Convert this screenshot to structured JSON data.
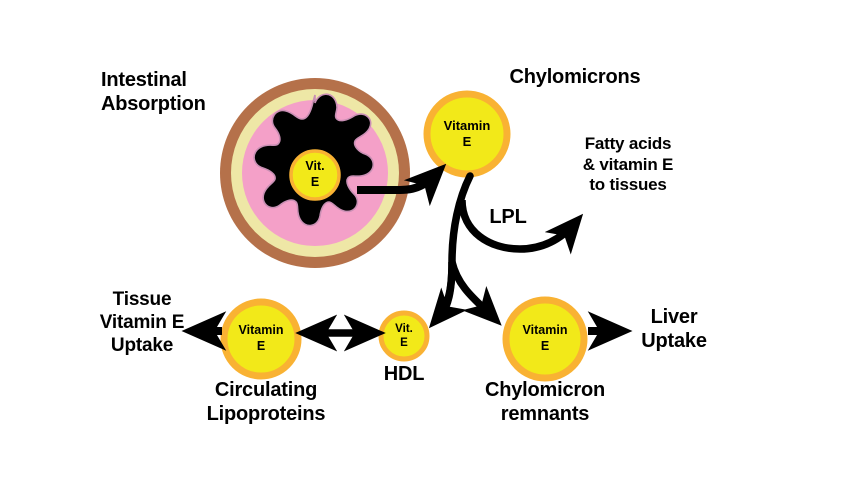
{
  "diagram": {
    "title_alt": "Vitamin E absorption and transport pathway",
    "background_color": "#ffffff",
    "palette": {
      "lipoprotein_fill": "#f2e919",
      "lipoprotein_stroke": "#f9b233",
      "cell_outer_ring": "#b5714a",
      "cell_middle_ring": "#eee7a6",
      "cell_inner_ring": "#f4a0c8",
      "cell_core": "#000000",
      "arrow_color": "#000000",
      "text_color": "#000000"
    }
  },
  "labels": {
    "intestinal_absorption": "Intestinal\nAbsorption",
    "chylomicrons": "Chylomicrons",
    "fatty_acids": "Fatty acids\n& vitamin E\nto tissues",
    "lpl": "LPL",
    "tissue_uptake": "Tissue\nVitamin E\nUptake",
    "circulating_lipoproteins": "Circulating\nLipoproteins",
    "hdl": "HDL",
    "chylomicron_remnants": "Chylomicron\nremnants",
    "liver_uptake": "Liver\nUptake"
  },
  "nodes": {
    "enterocyte_core": {
      "name": "Intestinal cell vitamin E core",
      "line1": "Vit.",
      "line2": "E"
    },
    "chylomicron": {
      "name": "Chylomicron particle",
      "line1": "Vitamin",
      "line2": "E"
    },
    "circulating_lipoprotein": {
      "name": "Circulating lipoprotein particle",
      "line1": "Vitamin",
      "line2": "E"
    },
    "hdl_particle": {
      "name": "HDL particle",
      "line1": "Vit.",
      "line2": "E"
    },
    "chylomicron_remnant": {
      "name": "Chylomicron remnant particle",
      "line1": "Vitamin",
      "line2": "E"
    }
  },
  "arrows": [
    {
      "id": "enterocyte-to-chylomicron",
      "from": "Intestinal cell",
      "to": "Chylomicrons",
      "style": "curved-single"
    },
    {
      "id": "chylomicron-to-lpl-tissues",
      "from": "Chylomicrons",
      "to": "Fatty acids & vitamin E to tissues",
      "style": "curved-single",
      "label": "LPL"
    },
    {
      "id": "chylomicron-to-remnants",
      "from": "Chylomicrons",
      "to": "Chylomicron remnants",
      "style": "curved-single"
    },
    {
      "id": "chylomicron-to-hdl",
      "from": "Chylomicrons",
      "to": "HDL",
      "style": "curved-single"
    },
    {
      "id": "lipoprotein-to-tissue-uptake",
      "from": "Circulating Lipoproteins",
      "to": "Tissue Vitamin E Uptake",
      "style": "straight-single"
    },
    {
      "id": "lipoprotein-hdl-exchange",
      "from": "Circulating Lipoproteins",
      "to": "HDL",
      "style": "straight-double"
    },
    {
      "id": "remnants-to-liver",
      "from": "Chylomicron remnants",
      "to": "Liver Uptake",
      "style": "straight-single"
    }
  ]
}
